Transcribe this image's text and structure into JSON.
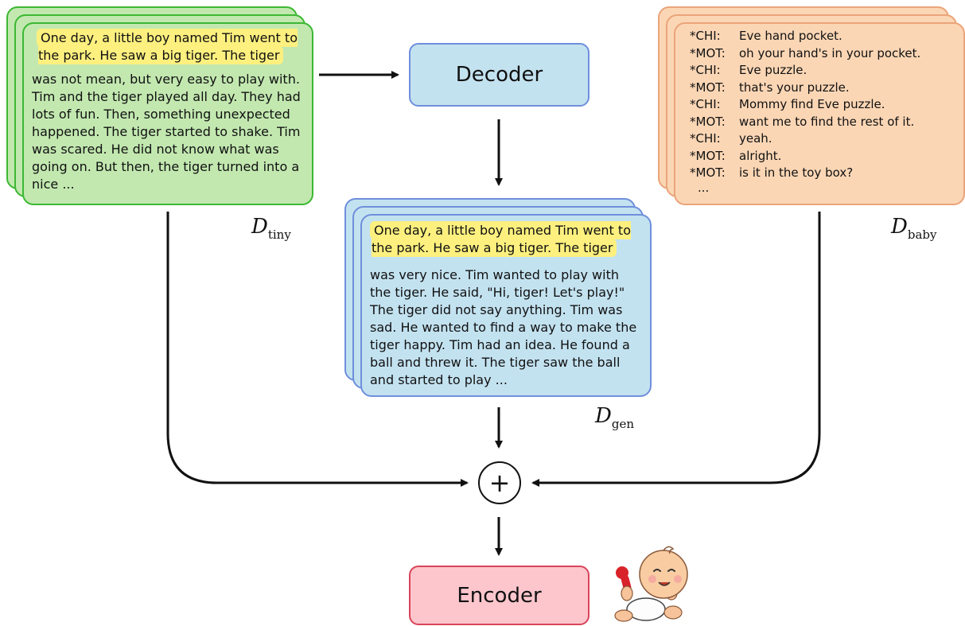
{
  "tiny_card": {
    "highlight": "One day, a little boy named Tim went to the park. He saw a big tiger. The tiger",
    "continuation": "was not mean, but very easy to play with. Tim and the tiger played all day. They had lots of fun. Then, something unexpected happened. The tiger started to shake. Tim was scared. He did not know what was going on. But then, the tiger turned into a nice ..."
  },
  "gen_card": {
    "highlight": "One day, a little boy named Tim went to the park. He saw a big tiger. The tiger",
    "continuation": "was very nice. Tim wanted to play with the tiger. He said, \"Hi, tiger! Let's play!\" The tiger did not say anything. Tim was sad. He wanted to find a way to make the tiger happy. Tim had an idea. He found a ball and threw it. The tiger saw the ball and started to play ..."
  },
  "baby_card": {
    "lines": [
      {
        "speaker": "*CHI:",
        "text": "Eve hand pocket."
      },
      {
        "speaker": "*MOT:",
        "text": "oh your hand's in your pocket."
      },
      {
        "speaker": "*CHI:",
        "text": "Eve puzzle."
      },
      {
        "speaker": "*MOT:",
        "text": "that's your puzzle."
      },
      {
        "speaker": "*CHI:",
        "text": "Mommy find Eve puzzle."
      },
      {
        "speaker": "*MOT:",
        "text": "want me to find the rest of it."
      },
      {
        "speaker": "*CHI:",
        "text": "yeah."
      },
      {
        "speaker": "*MOT:",
        "text": "alright."
      },
      {
        "speaker": "*MOT:",
        "text": "is it in the toy box?"
      }
    ],
    "ellipsis": "..."
  },
  "labels": {
    "tiny_main": "D",
    "tiny_sub": "tiny",
    "gen_main": "D",
    "gen_sub": "gen",
    "baby_main": "D",
    "baby_sub": "baby"
  },
  "nodes": {
    "decoder": "Decoder",
    "encoder": "Encoder",
    "combine": "+"
  },
  "colors": {
    "green_fill": "#c2e8b0",
    "green_border": "#3cb833",
    "blue_fill": "#c3e2f0",
    "blue_border": "#6f8fdc",
    "orange_fill": "#fbd6b5",
    "orange_border": "#eba47a",
    "highlight": "#fdf07f",
    "encoder_fill": "#fcc6cc",
    "encoder_border": "#d9445a"
  },
  "icons": [
    "baby-illustration"
  ]
}
